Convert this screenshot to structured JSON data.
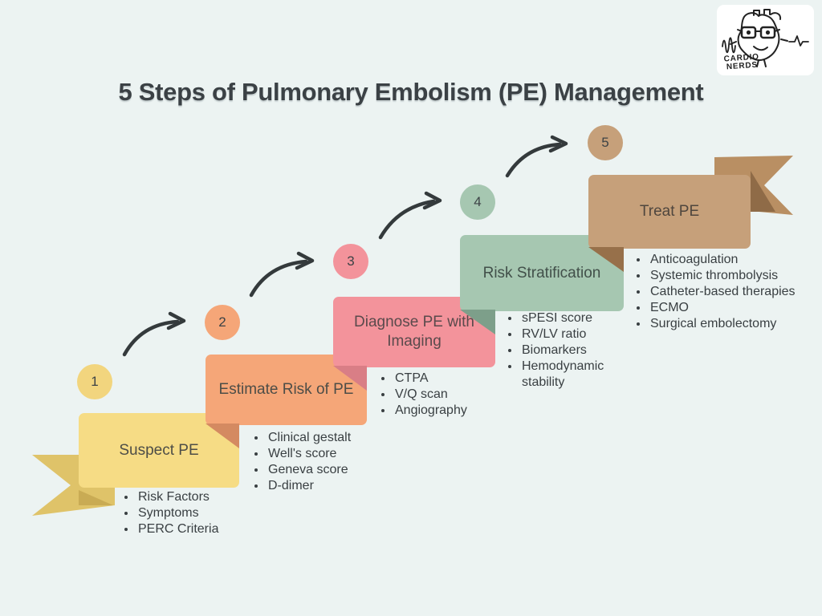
{
  "page": {
    "title": "5 Steps of Pulmonary Embolism (PE) Management",
    "background_color": "#ecf3f2",
    "title_color": "#3b4145",
    "arrow_color": "#343a3c"
  },
  "logo": {
    "icon": "cardionerds-heart-mascot",
    "line1": "CARDIO",
    "line2": "NERDS"
  },
  "steps": [
    {
      "number": "1",
      "title": "Suspect PE",
      "color": "#f6dc85",
      "fold_color": "#c9ab54",
      "bullets": [
        "Risk Factors",
        "Symptoms",
        "PERC Criteria"
      ]
    },
    {
      "number": "2",
      "title": "Estimate Risk of PE",
      "color": "#f5a678",
      "fold_color": "#d48a61",
      "bullets": [
        "Clinical gestalt",
        "Well's score",
        "Geneva score",
        "D-dimer"
      ]
    },
    {
      "number": "3",
      "title": "Diagnose PE with Imaging",
      "color": "#f3939b",
      "fold_color": "#d97e86",
      "bullets": [
        "CTPA",
        "V/Q scan",
        "Angiography"
      ]
    },
    {
      "number": "4",
      "title": "Risk Stratification",
      "color": "#a6c7b1",
      "fold_color": "#7d9f8a",
      "bullets": [
        "sPESI score",
        "RV/LV ratio",
        "Biomarkers",
        "Hemodynamic stability"
      ]
    },
    {
      "number": "5",
      "title": "Treat PE",
      "color": "#c6a07a",
      "fold_color": "#97704a",
      "bullets": [
        "Anticoagulation",
        "Systemic thrombolysis",
        "Catheter-based therapies",
        "ECMO",
        "Surgical embolectomy"
      ]
    }
  ],
  "ribbons": {
    "left_color": "#dfc369",
    "left_fold_color": "#c9ab54",
    "right_color": "#b98f63",
    "right_fold_color": "#8f6b47"
  }
}
